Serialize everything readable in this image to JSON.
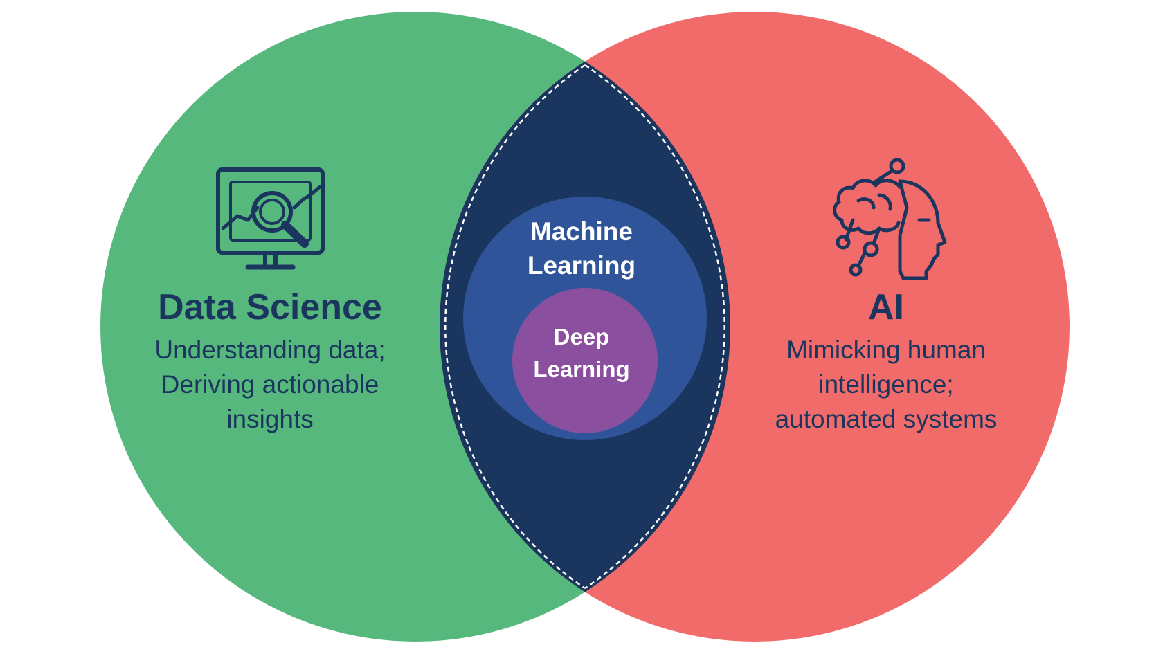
{
  "colors": {
    "data_science": "#57b87e",
    "ai": "#f26b6b",
    "overlap": "#1b365e",
    "machine_learning": "#2f5499",
    "deep_learning": "#8b4fa0",
    "text_dark": "#1b365e",
    "text_light": "#ffffff"
  },
  "data_science": {
    "title": "Data Science",
    "description": "Understanding data;\nDeriving actionable\ninsights",
    "icon": "monitor-magnifier-chart-icon"
  },
  "ai": {
    "title": "AI",
    "description": "Mimicking human\nintelligence;\nautomated systems",
    "icon": "ai-head-brain-network-icon"
  },
  "machine_learning": {
    "title": "Machine\nLearning"
  },
  "deep_learning": {
    "title": "Deep\nLearning"
  }
}
